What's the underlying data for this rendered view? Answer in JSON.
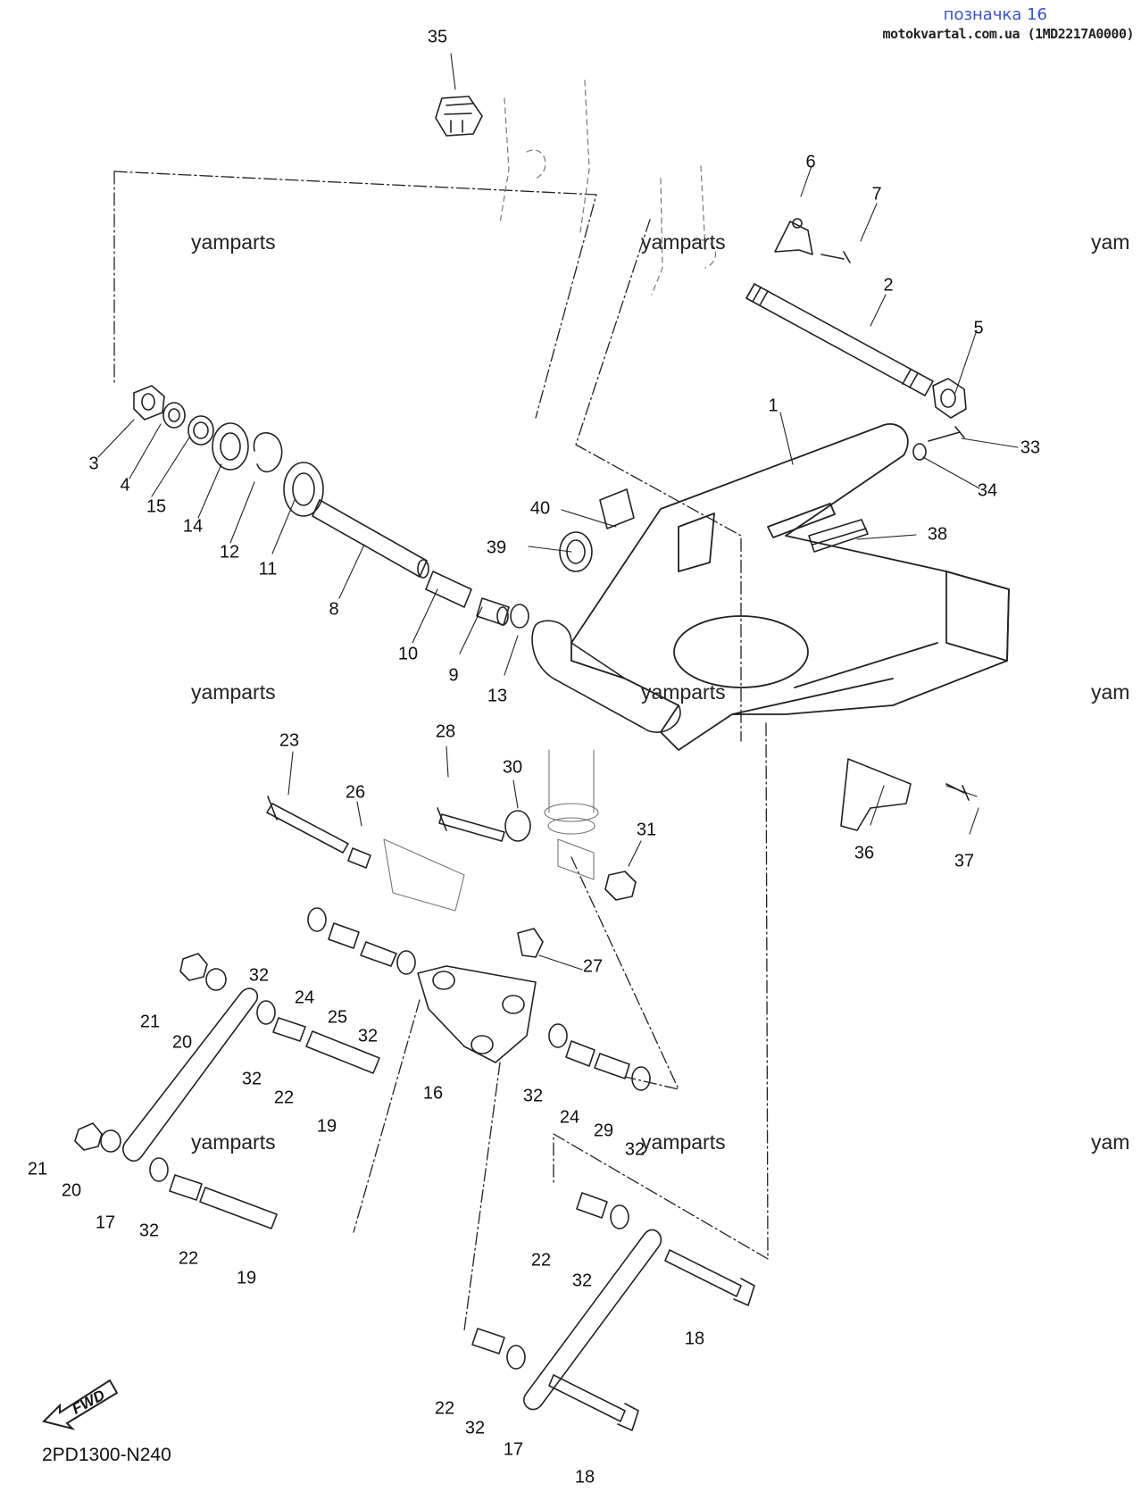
{
  "header": {
    "title": "позначка 16",
    "site": "motokvartal.com.ua (1MD2217A0000)"
  },
  "watermark": "yamparts",
  "watermark_partial": "yam",
  "diagram_code": "2PD1300-N240",
  "fwd_label": "FWD",
  "callouts": [
    {
      "id": "c1",
      "label": "1"
    },
    {
      "id": "c2",
      "label": "2"
    },
    {
      "id": "c3",
      "label": "3"
    },
    {
      "id": "c4",
      "label": "4"
    },
    {
      "id": "c5",
      "label": "5"
    },
    {
      "id": "c6",
      "label": "6"
    },
    {
      "id": "c7",
      "label": "7"
    },
    {
      "id": "c8",
      "label": "8"
    },
    {
      "id": "c9",
      "label": "9"
    },
    {
      "id": "c10",
      "label": "10"
    },
    {
      "id": "c11",
      "label": "11"
    },
    {
      "id": "c12",
      "label": "12"
    },
    {
      "id": "c13",
      "label": "13"
    },
    {
      "id": "c14",
      "label": "14"
    },
    {
      "id": "c15",
      "label": "15"
    },
    {
      "id": "c16",
      "label": "16"
    },
    {
      "id": "c17a",
      "label": "17"
    },
    {
      "id": "c17b",
      "label": "17"
    },
    {
      "id": "c18a",
      "label": "18"
    },
    {
      "id": "c18b",
      "label": "18"
    },
    {
      "id": "c19a",
      "label": "19"
    },
    {
      "id": "c19b",
      "label": "19"
    },
    {
      "id": "c20a",
      "label": "20"
    },
    {
      "id": "c20b",
      "label": "20"
    },
    {
      "id": "c21a",
      "label": "21"
    },
    {
      "id": "c21b",
      "label": "21"
    },
    {
      "id": "c22a",
      "label": "22"
    },
    {
      "id": "c22b",
      "label": "22"
    },
    {
      "id": "c22c",
      "label": "22"
    },
    {
      "id": "c22d",
      "label": "22"
    },
    {
      "id": "c23",
      "label": "23"
    },
    {
      "id": "c24a",
      "label": "24"
    },
    {
      "id": "c24b",
      "label": "24"
    },
    {
      "id": "c25",
      "label": "25"
    },
    {
      "id": "c26",
      "label": "26"
    },
    {
      "id": "c27",
      "label": "27"
    },
    {
      "id": "c28",
      "label": "28"
    },
    {
      "id": "c29",
      "label": "29"
    },
    {
      "id": "c30",
      "label": "30"
    },
    {
      "id": "c31",
      "label": "31"
    },
    {
      "id": "c32a",
      "label": "32"
    },
    {
      "id": "c32b",
      "label": "32"
    },
    {
      "id": "c32c",
      "label": "32"
    },
    {
      "id": "c32d",
      "label": "32"
    },
    {
      "id": "c32e",
      "label": "32"
    },
    {
      "id": "c32f",
      "label": "32"
    },
    {
      "id": "c32g",
      "label": "32"
    },
    {
      "id": "c32h",
      "label": "32"
    },
    {
      "id": "c33",
      "label": "33"
    },
    {
      "id": "c34",
      "label": "34"
    },
    {
      "id": "c35",
      "label": "35"
    },
    {
      "id": "c36",
      "label": "36"
    },
    {
      "id": "c37",
      "label": "37"
    },
    {
      "id": "c38",
      "label": "38"
    },
    {
      "id": "c39",
      "label": "39"
    },
    {
      "id": "c40",
      "label": "40"
    }
  ]
}
